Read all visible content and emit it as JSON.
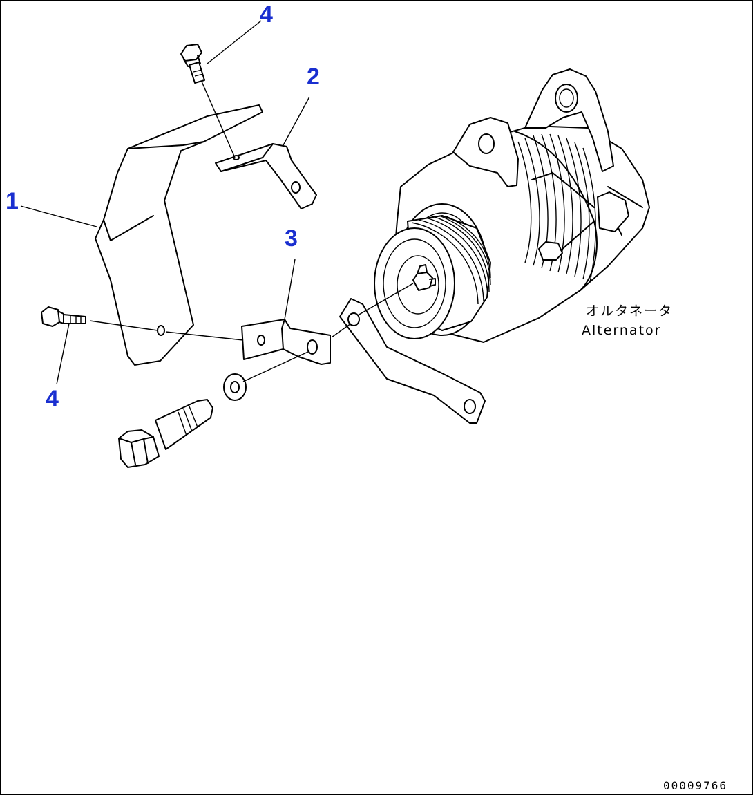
{
  "callouts": {
    "part1": "1",
    "part2": "2",
    "part3": "3",
    "part4_top": "4",
    "part4_bottom": "4"
  },
  "alternator_label_jp": "オルタネータ",
  "alternator_label_en": "Alternator",
  "drawing_number": "00009766",
  "colors": {
    "callout": "#1a2fd0",
    "line": "#000000",
    "background": "#ffffff"
  }
}
